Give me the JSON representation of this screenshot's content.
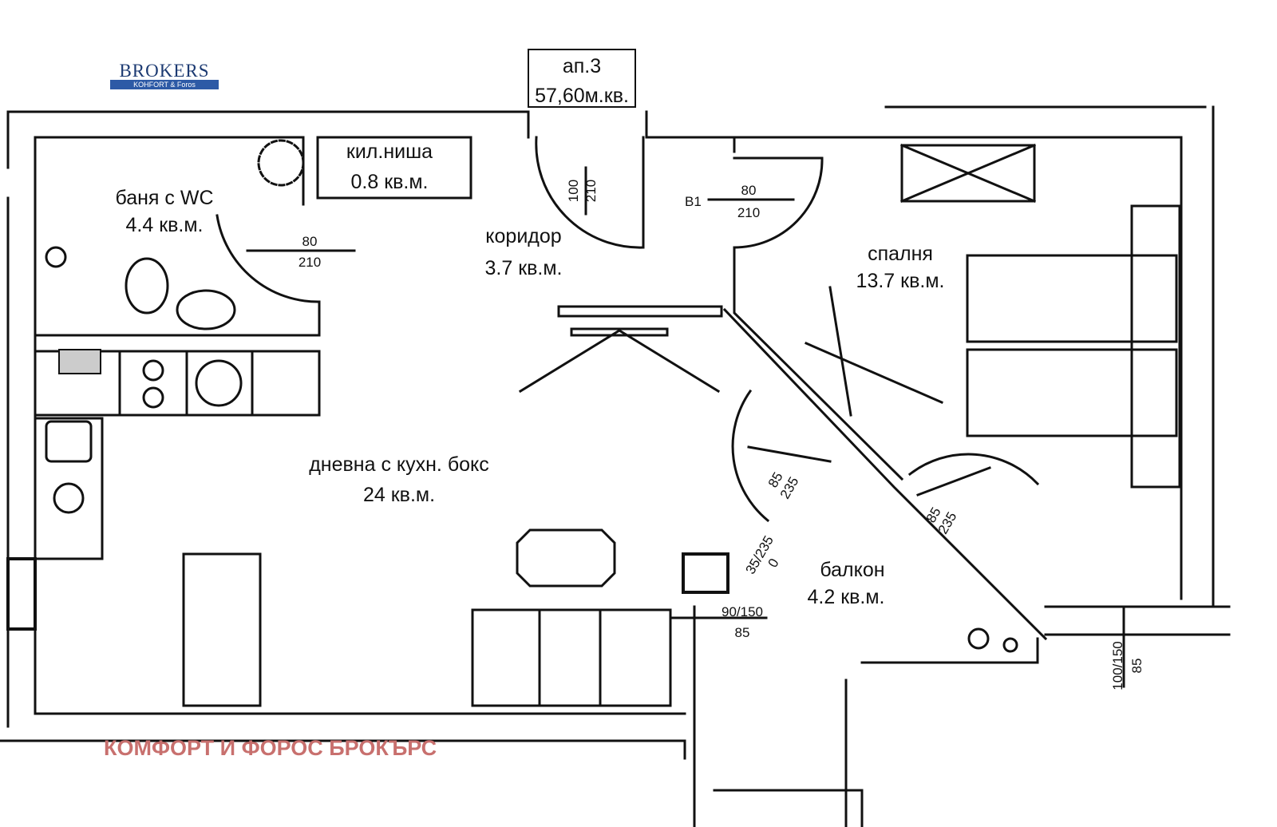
{
  "apartment": {
    "name": "ап.3",
    "area": "57,60м.кв."
  },
  "rooms": {
    "bathroom": {
      "name": "баня с WC",
      "area": "4.4 кв.м."
    },
    "closet": {
      "name": "кил.ниша",
      "area": "0.8 кв.м."
    },
    "corridor": {
      "name": "коридор",
      "area": "3.7 кв.м."
    },
    "bedroom": {
      "name": "спалня",
      "area": "13.7 кв.м."
    },
    "living": {
      "name": "дневна с кухн. бокс",
      "area": "24 кв.м."
    },
    "balcony": {
      "name": "балкон",
      "area": "4.2 кв.м."
    }
  },
  "doors": {
    "entrance": {
      "top": "100",
      "bottom": "210"
    },
    "bathroom": {
      "top": "80",
      "bottom": "210"
    },
    "bedroom": {
      "tag": "B1",
      "top": "80",
      "bottom": "210"
    },
    "living_balcony": {
      "top": "85",
      "bottom": "235"
    },
    "bedroom_balcony": {
      "top": "85",
      "bottom": "235"
    },
    "window_small": {
      "top": "35/235",
      "bottom": "0"
    },
    "window_living": {
      "top": "90/150",
      "bottom": "85"
    },
    "window_balcony": {
      "top": "100/150",
      "bottom": "85"
    }
  },
  "logo": {
    "top": "BROKERS",
    "bottom": "KOHFORT & Foros"
  },
  "watermark": "КОМФОРТ  И ФОРОС БРОКЪРС",
  "colors": {
    "line": "#111111",
    "watermark": "#c8706e",
    "logo": "#2d5aa6"
  }
}
